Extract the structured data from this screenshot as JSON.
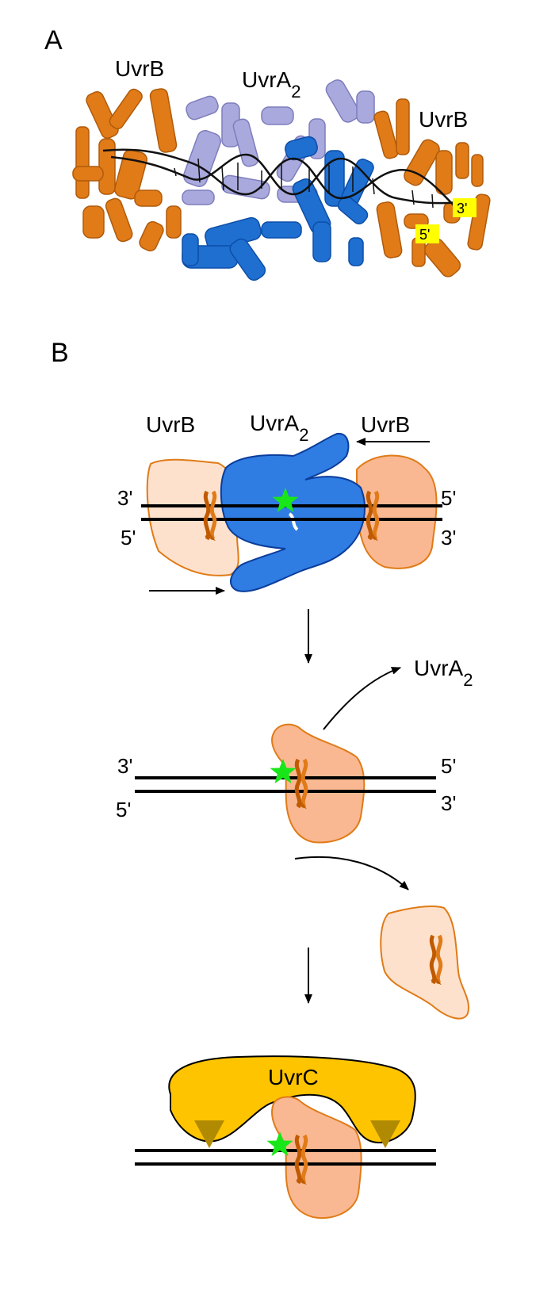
{
  "panels": {
    "a": {
      "letter": "A",
      "uvrb_left": "UvrB",
      "uvra_base": "UvrA",
      "uvra_sub": "2",
      "uvrb_right": "UvrB",
      "end_3": "3'",
      "end_5": "5'"
    },
    "b": {
      "letter": "B"
    }
  },
  "stage1": {
    "uvrb_left": "UvrB",
    "uvra_base": "UvrA",
    "uvra_sub": "2",
    "uvrb_right": "UvrB",
    "left_top": "3'",
    "left_bottom": "5'",
    "right_top": "5'",
    "right_bottom": "3'"
  },
  "stage2": {
    "released_base": "UvrA",
    "released_sub": "2",
    "left_top": "3'",
    "left_bottom": "5'",
    "right_top": "5'",
    "right_bottom": "3'"
  },
  "stage3": {
    "uvrc_label": "UvrC"
  },
  "colors": {
    "uvra_dark": "#1f6fd1",
    "uvra_light": "#a9a9dd",
    "uvrb_orange": "#e07b18",
    "uvrb_pale": "#fde1cc",
    "uvrb_mid": "#f9b891",
    "lesion": "#19e619",
    "uvrc": "#ffc400",
    "uvrc_blade": "#b08a00",
    "end_highlight": "#ffff00"
  }
}
